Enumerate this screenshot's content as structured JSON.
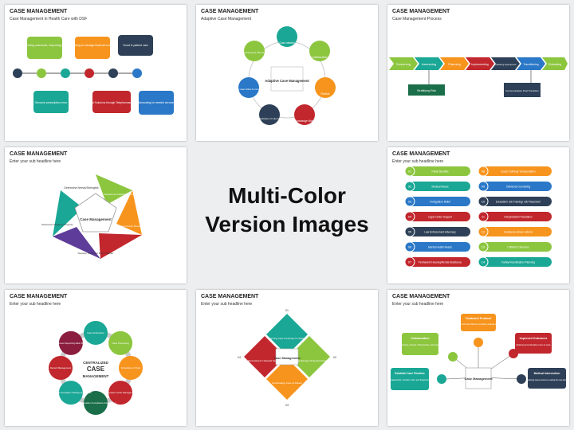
{
  "center": {
    "line1": "Multi-Color",
    "line2": "Version Images"
  },
  "colors": {
    "green": "#8cc63f",
    "teal": "#1aa795",
    "blue": "#2a78c7",
    "orange": "#f7941d",
    "red": "#c1272d",
    "navy": "#2e4057",
    "purple": "#5e3c99",
    "darkgreen": "#1b6e4a"
  },
  "slides": [
    {
      "title": "CASE MANAGEMENT",
      "subtitle": "Case Management in Health Care with DSF",
      "labels": [
        "Improving outcomes, improving care",
        "Striving to manage financial needs",
        "Good in patient care",
        "Genuine prescription error",
        "Medical Solutions through Telepharmaceutical",
        "Advocating for needed services"
      ]
    },
    {
      "title": "CASE MANAGEMENT",
      "subtitle": "Adaptive Case Management",
      "center": "Adaptive Case Management",
      "labels": [
        "Goal oriented",
        "Collaboration",
        "Flexible",
        "Knowledge Work",
        "Centralization of information",
        "Every case follow its own path",
        "Monitoring & Planning"
      ]
    },
    {
      "title": "CASE MANAGEMENT",
      "subtitle": "Case Management Process",
      "steps": [
        "Screening",
        "Assessing",
        "Planning",
        "Implementing",
        "Following Up/Improve",
        "Transitioning",
        "Evaluating"
      ],
      "boxes": [
        "Stratifying Risk",
        "Communication Post Transition"
      ]
    },
    {
      "title": "CASE MANAGEMENT",
      "subtitle": "Enter your sub headline here",
      "center": "Case Management",
      "labels": [
        "Determine Needs/Strengths",
        "Develop an individual Care Plan",
        "Locate Community Resources",
        "Develop Treatment Plan / Monitor",
        "Reassess/ Measure Progress"
      ]
    },
    {
      "title": "CASE MANAGEMENT",
      "subtitle": "Enter your sub headline here",
      "left": [
        {
          "num": "01",
          "label": "Public Benefits"
        },
        {
          "num": "02",
          "label": "Medical Needs"
        },
        {
          "num": "03",
          "label": "Immigration Relief"
        },
        {
          "num": "04",
          "label": "Legal Center Support"
        },
        {
          "num": "05",
          "label": "Law Enforcement Advocacy"
        },
        {
          "num": "06",
          "label": "Mental Health Needs"
        },
        {
          "num": "07",
          "label": "Permanent Housing/Rental Assistance"
        }
      ],
      "right": [
        {
          "num": "08",
          "label": "Good/ Clothing/ Transportation"
        },
        {
          "num": "09",
          "label": "Individual Counseling"
        },
        {
          "num": "10",
          "label": "Education/ Job Training/ Job Placement"
        },
        {
          "num": "11",
          "label": "Interpretation/Translation"
        },
        {
          "num": "12",
          "label": "Substance Abuse referral"
        },
        {
          "num": "13",
          "label": "Children's Services"
        },
        {
          "num": "14",
          "label": "Family Reunification Planning"
        }
      ]
    },
    {
      "title": "CASE MANAGEMENT",
      "subtitle": "Enter your sub headline here",
      "center_small": "CENTRALIZED",
      "center_big": "CASE",
      "center_mid": "MANAGEMENT",
      "labels": [
        "Case Submission",
        "Case Processing",
        "Scheduling of Visits",
        "Disposition Order Management",
        "Post Disposition Compliance & Execution",
        "Document Circulation Tracking & Dispatch",
        "Record Management",
        "Management Reporting Dash Boarding"
      ]
    },
    {
      "title": "CASE MANAGEMENT",
      "subtitle": "Enter your sub headline here",
      "center": "Case Management",
      "items": [
        {
          "num": "01",
          "label": "Ensuring Care Continuity for Patient"
        },
        {
          "num": "02",
          "label": "Helping Manage Financial Needs"
        },
        {
          "num": "03",
          "label": "Coordinating Care of Patient"
        },
        {
          "num": "04",
          "label": "Advocating for Needed Services"
        }
      ]
    },
    {
      "title": "CASE MANAGEMENT",
      "subtitle": "Enter your sub headline here",
      "center": "Case Management",
      "cards": [
        {
          "title": "Treatment Protocol",
          "text": "Optimized and Cost effective including medical procedures"
        },
        {
          "title": "Collaboration",
          "text": "Among Physicians, Nurses, Pharmacists, and Case Managers"
        },
        {
          "title": "Improved Outcomes",
          "text": "Reducing Functionality return to work"
        },
        {
          "title": "Establish Case Priorities",
          "text": "Catastrophic, Vocation, Field, and Telephonic"
        },
        {
          "title": "Medical Intervention",
          "text": "Assisting injured workers creating life care plans"
        }
      ]
    }
  ]
}
